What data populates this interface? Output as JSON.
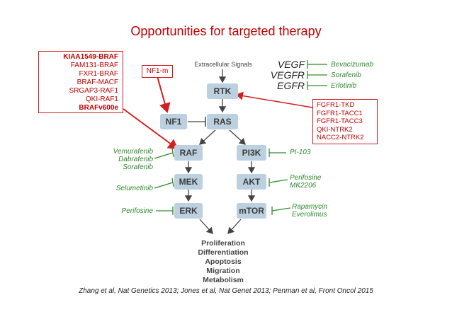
{
  "title": "Opportunities for targeted therapy",
  "fusion_box": {
    "lines": [
      "KIAA1549-BRAF",
      "FAM131-BRAF",
      "FXR1-BRAF",
      "BRAF-MACF",
      "SRGAP3-RAF1",
      "QKI-RAF1",
      "BRAFv600e"
    ]
  },
  "nf1m_box": {
    "label": "NF1-m"
  },
  "extracellular": "Extracellular Signals",
  "nodes": {
    "rtk": "RTK",
    "nf1": "NF1",
    "ras": "RAS",
    "raf": "RAF",
    "pi3k": "PI3K",
    "mek": "MEK",
    "akt": "AKT",
    "erk": "ERK",
    "mtor": "mTOR"
  },
  "rtk_ligands": [
    "VEGF",
    "VEGFR",
    "EGFR"
  ],
  "rtk_drugs": [
    "Bevacizumab",
    "Sorafenib",
    "Erlotinib"
  ],
  "rtk_fusion_box": {
    "lines": [
      "FGFR1-TKD",
      "FGFR1-TACC1",
      "FGFR1-TACC3",
      "QKI-NTRK2",
      "NACC2-NTRK2"
    ]
  },
  "raf_drugs": [
    "Vemurafenib",
    "Dabrafenib",
    "Sorafenib"
  ],
  "mek_drugs": [
    "Selumetinib"
  ],
  "erk_drugs": [
    "Perifosine"
  ],
  "pi3k_drugs": [
    "PI-103"
  ],
  "akt_drugs": [
    "Perifosine",
    "MK2206"
  ],
  "mtor_drugs": [
    "Rapamycin",
    "Everolimus"
  ],
  "outcomes": [
    "Proliferation",
    "Differentiation",
    "Apoptosis",
    "Migration",
    "Metabolism"
  ],
  "citation": "Zhang et al, Nat Genetics 2013; Jones et al, Nat Genet 2013; Penman et al, Front Oncol 2015",
  "colors": {
    "accent_red": "#c00000",
    "drug_green": "#2f8a2f",
    "node_blue": "#bcd0df"
  }
}
